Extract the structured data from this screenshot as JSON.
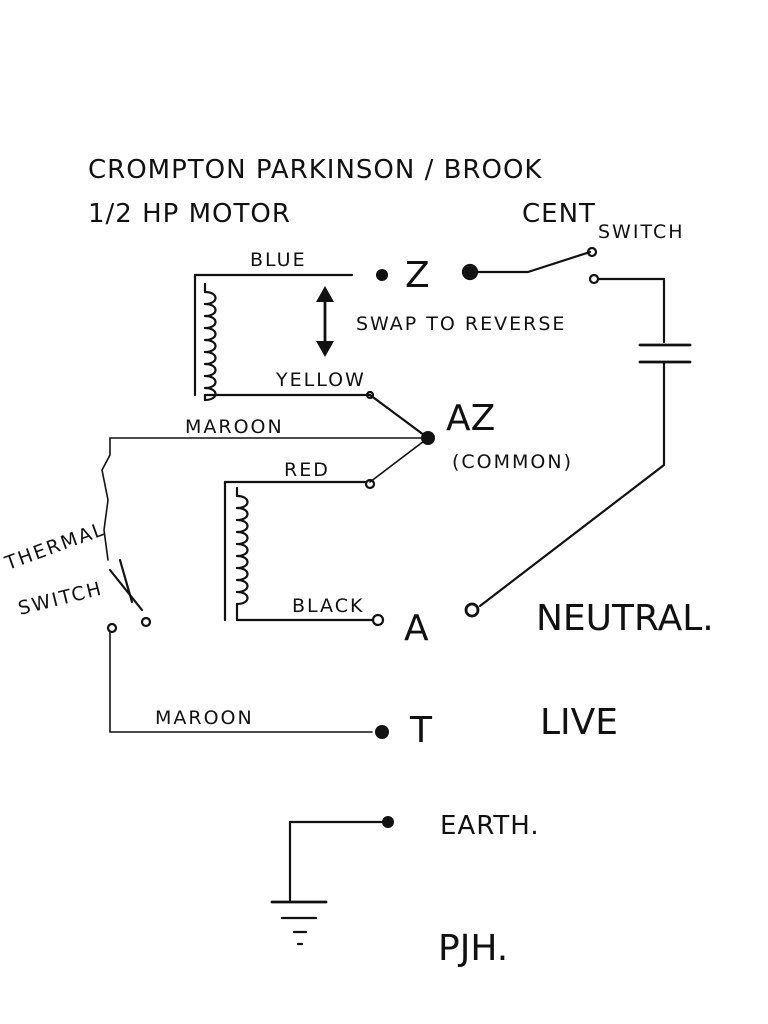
{
  "title": {
    "line1": "CROMPTON PARKINSON / BROOK",
    "line2": "1/2 HP MOTOR"
  },
  "cent_switch_label": {
    "line1": "CENT",
    "line2": "SWITCH"
  },
  "wires": {
    "blue": "BLUE",
    "yellow": "YELLOW",
    "maroon_top": "MAROON",
    "red": "RED",
    "black": "BLACK",
    "maroon_bottom": "MAROON"
  },
  "swap_note": "SWAP TO REVERSE",
  "terminals": {
    "z": "Z",
    "az": "AZ",
    "az_note": "(COMMON)",
    "a": "A",
    "t": "T"
  },
  "supply": {
    "neutral": "NEUTRAL.",
    "live": "LIVE",
    "earth": "EARTH."
  },
  "thermal_switch_label": {
    "line1": "THERMAL",
    "line2": "SWITCH"
  },
  "signature": "PJH."
}
